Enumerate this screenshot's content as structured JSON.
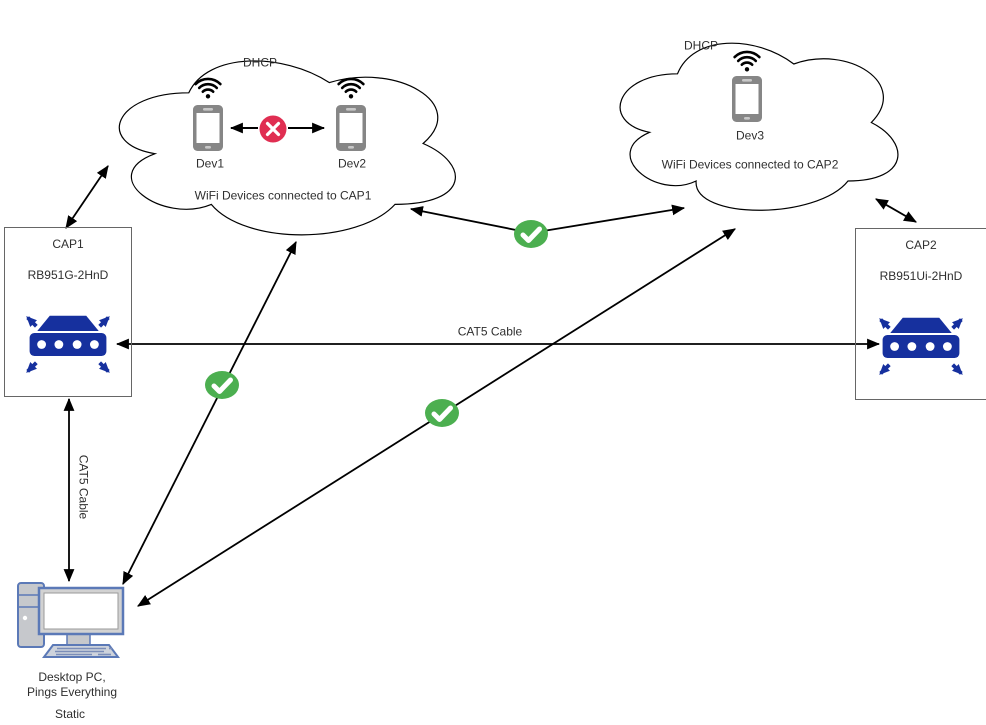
{
  "cloud1": {
    "dhcp_label": "DHCP",
    "caption": "WiFi Devices connected to CAP1",
    "device1_label": "Dev1",
    "device2_label": "Dev2"
  },
  "cloud2": {
    "dhcp_label": "DHCP",
    "caption": "WiFi Devices connected to CAP2",
    "device3_label": "Dev3"
  },
  "cap1": {
    "name": "CAP1",
    "model": "RB951G-2HnD"
  },
  "cap2": {
    "name": "CAP2",
    "model": "RB951Ui-2HnD"
  },
  "cables": {
    "cap1_cap2_label": "CAT5 Cable",
    "cap1_pc_label": "CAT5 Cable"
  },
  "pc": {
    "caption_line1": "Desktop PC,",
    "caption_line2": "Pings Everything",
    "ip_mode": "Static"
  },
  "icons": {
    "ok": "check-ok-icon",
    "blocked": "cross-blocked-icon",
    "wifi": "wifi-signal-icon",
    "phone": "smartphone-icon",
    "router": "wireless-router-icon",
    "desktop": "desktop-pc-icon"
  },
  "colors": {
    "router_blue": "#16309E",
    "check_green": "#4CAF50",
    "cross_red": "#E02E52",
    "line_black": "#000000",
    "box_border": "#666666",
    "pc_outline": "#5B79B7"
  }
}
